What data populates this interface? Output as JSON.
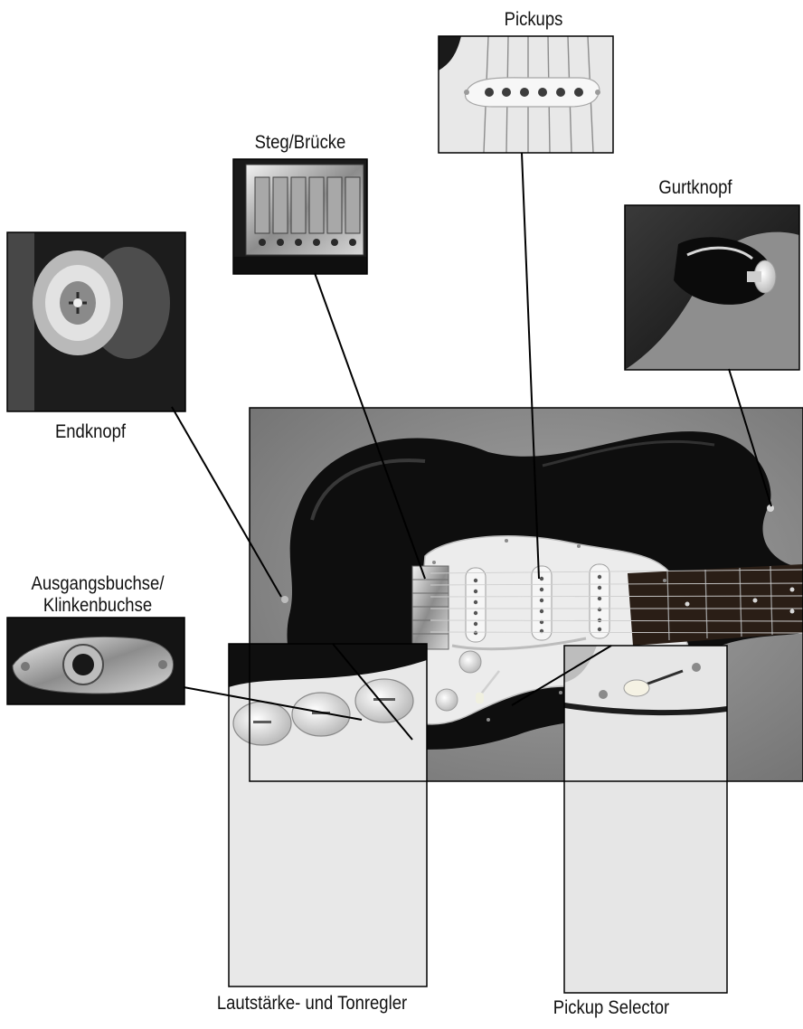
{
  "labels": {
    "pickups": "Pickups",
    "steg": "Steg/Brücke",
    "gurtknopf": "Gurtknopf",
    "endknopf": "Endknopf",
    "ausgang_line1": "Ausgangsbuchse/",
    "ausgang_line2": "Klinkenbuchse",
    "laut": "Lautstärke- und Tonregler",
    "selector": "Pickup Selector"
  },
  "icons": {
    "guitar": "electric-guitar-photo",
    "pickups": "pickup-closeup-photo",
    "bridge": "bridge-closeup-photo",
    "strap_button": "strap-button-photo",
    "end_button": "end-button-photo",
    "output_jack": "output-jack-photo",
    "knobs": "control-knobs-photo",
    "selector": "pickup-selector-photo"
  },
  "colors": {
    "background": "#ffffff",
    "photo_backdrop": "#8a8a8a",
    "guitar_body": "#0e0e0e",
    "pickguard": "#ececec",
    "line": "#000000"
  }
}
